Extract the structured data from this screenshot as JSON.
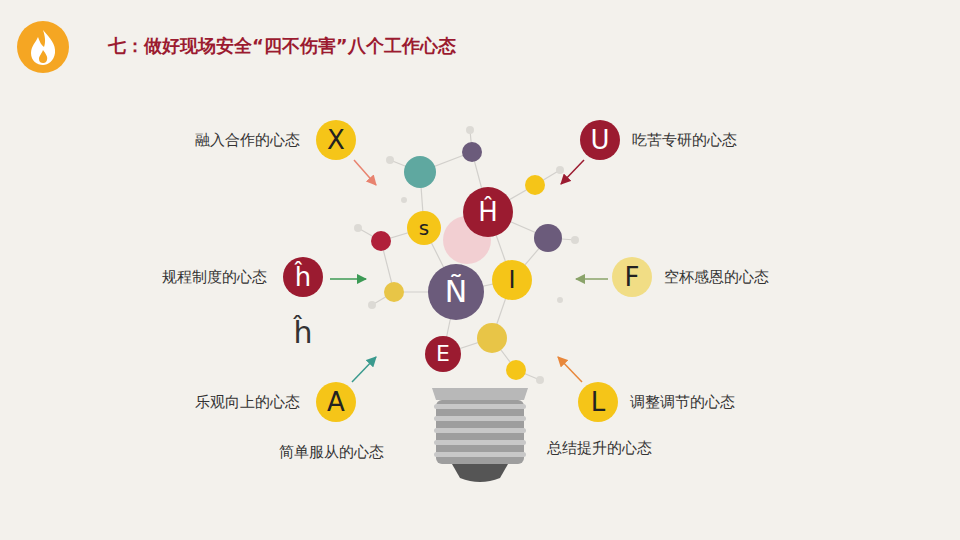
{
  "diagram": {
    "title": "七：做好现场安全“四不伤害”八个工作心态",
    "nodes": [
      {
        "text": [
          "X",
          "融入合作的心态"
        ]
      },
      {
        "text": [
          "U",
          "吃苦专研的心态"
        ]
      },
      {
        "text": [
          "s"
        ]
      },
      {
        "text": [
          "Ĥ"
        ]
      },
      {
        "text": [
          "ĥ",
          "规程制度的心态"
        ]
      },
      {
        "text": [
          "Ñ"
        ]
      },
      {
        "text": [
          "I"
        ]
      },
      {
        "text": [
          "F",
          "空杯感恩的心态"
        ]
      },
      {
        "text": [
          "E"
        ]
      },
      {
        "text": [
          "A",
          "乐观向上的心态"
        ]
      },
      {
        "text": [
          "L",
          "调整调节的心态"
        ]
      }
    ],
    "labels": [
      "简单服从的心态",
      "总结提升的心态",
      "ĥ"
    ]
  }
}
